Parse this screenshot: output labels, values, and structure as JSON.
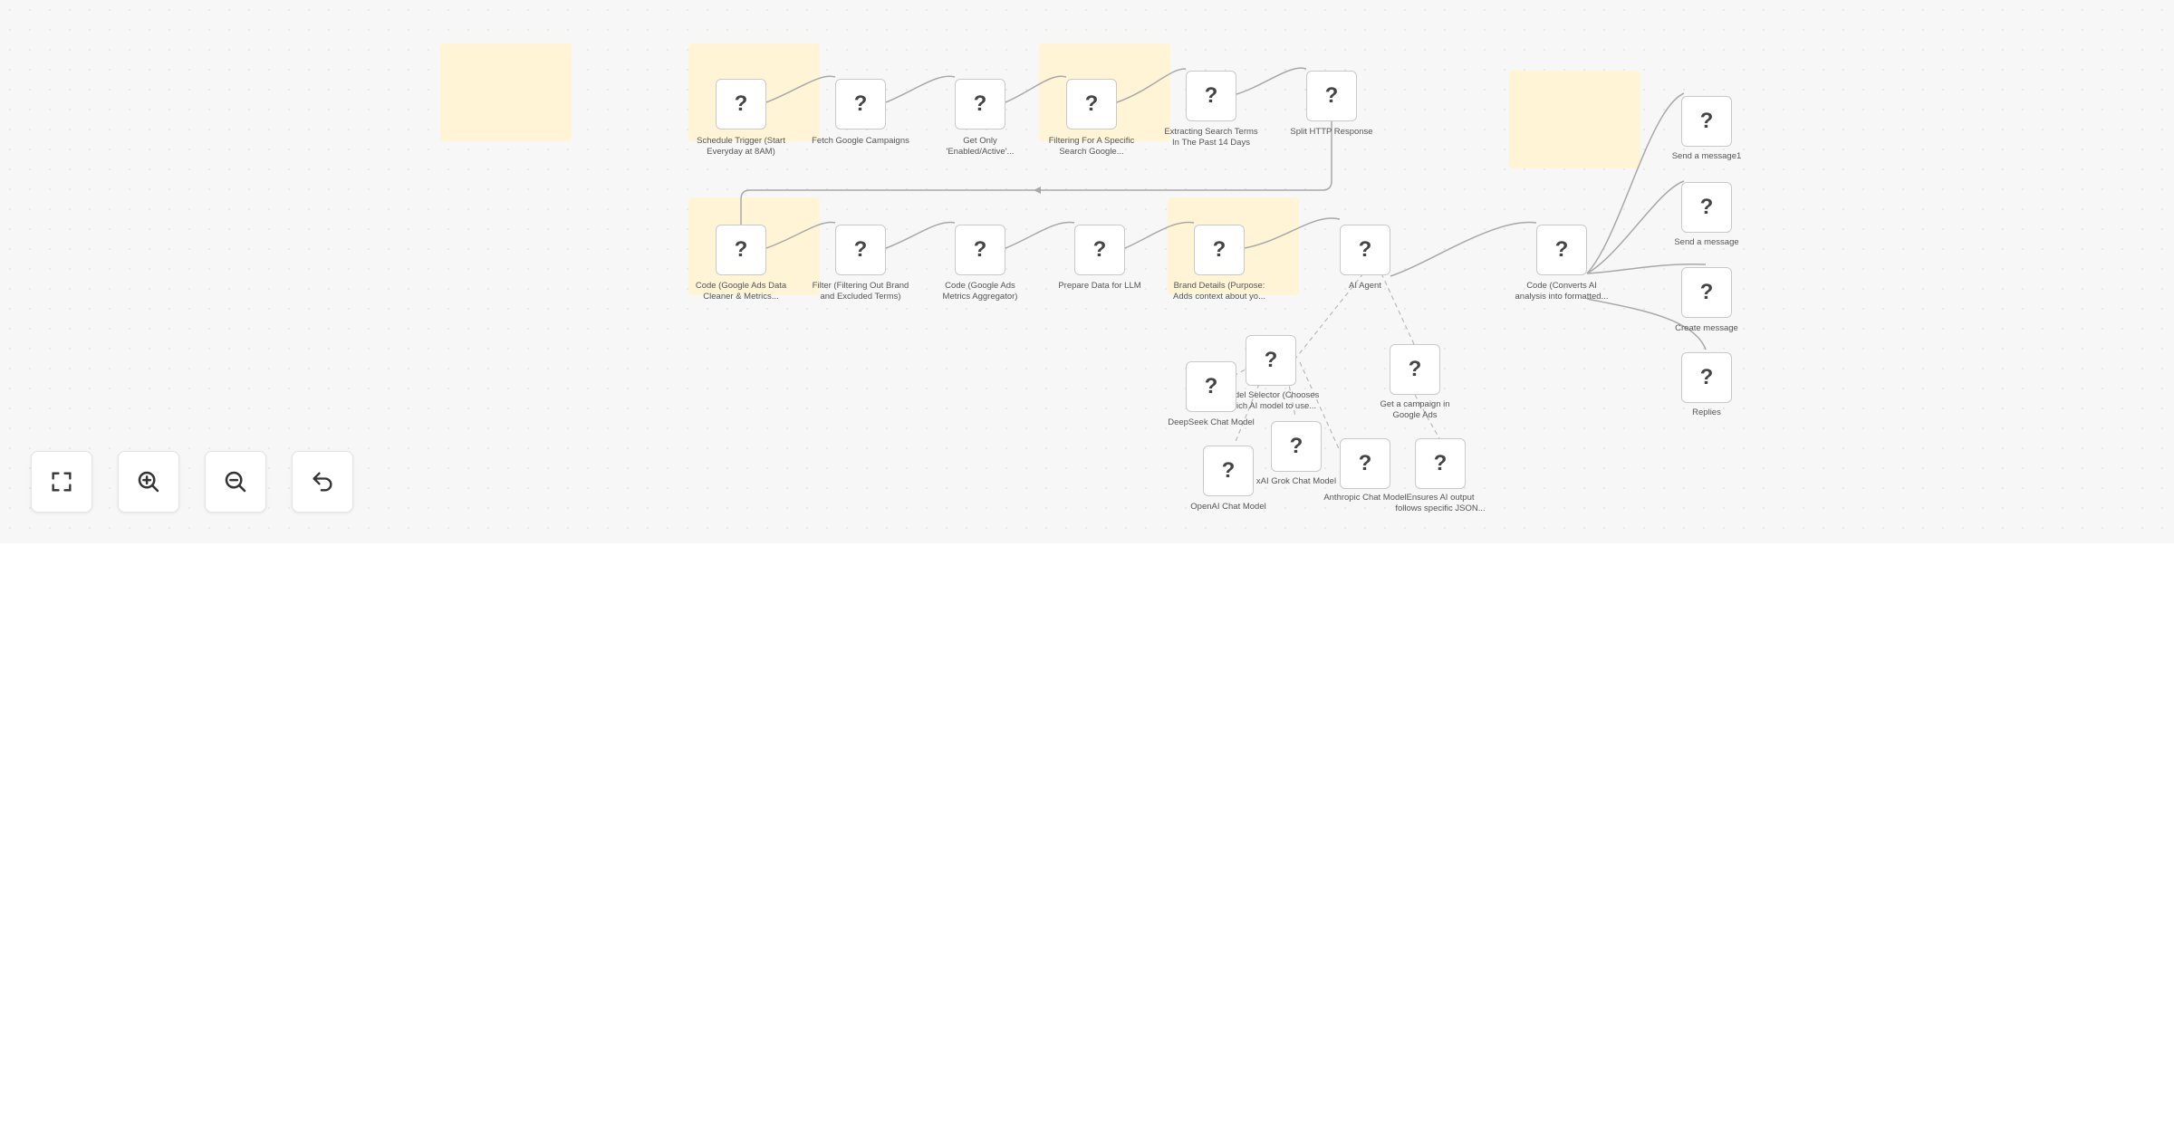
{
  "canvas": {
    "nodes": [
      {
        "id": "n1",
        "glyph": "?",
        "label_lines": [
          "Schedule Trigger (Start",
          "Everyday at 8AM)"
        ]
      },
      {
        "id": "n2",
        "glyph": "?",
        "label_lines": [
          "Fetch Google Campaigns"
        ]
      },
      {
        "id": "n3",
        "glyph": "?",
        "label_lines": [
          "Get Only",
          "'Enabled/Active'..."
        ]
      },
      {
        "id": "n4",
        "glyph": "?",
        "label_lines": [
          "Filtering For A Specific",
          "Search Google..."
        ]
      },
      {
        "id": "n5",
        "glyph": "?",
        "label_lines": [
          "Extracting Search Terms",
          "In The Past 14 Days"
        ]
      },
      {
        "id": "n6",
        "glyph": "?",
        "label_lines": [
          "Split HTTP Response"
        ]
      },
      {
        "id": "n7",
        "glyph": "?",
        "label_lines": [
          "Send a message1"
        ]
      },
      {
        "id": "n8",
        "glyph": "?",
        "label_lines": [
          "Code (Google Ads Data",
          "Cleaner & Metrics..."
        ]
      },
      {
        "id": "n9",
        "glyph": "?",
        "label_lines": [
          "Filter (Filtering Out Brand",
          "and Excluded Terms)"
        ]
      },
      {
        "id": "n10",
        "glyph": "?",
        "label_lines": [
          "Code (Google Ads",
          "Metrics Aggregator)"
        ]
      },
      {
        "id": "n11",
        "glyph": "?",
        "label_lines": [
          "Prepare Data for LLM"
        ]
      },
      {
        "id": "n12",
        "glyph": "?",
        "label_lines": [
          "Brand Details (Purpose:",
          "Adds context about yo..."
        ]
      },
      {
        "id": "n13",
        "glyph": "?",
        "label_lines": [
          "AI Agent"
        ]
      },
      {
        "id": "n14",
        "glyph": "?",
        "label_lines": [
          "Code (Converts AI",
          "analysis into formatted..."
        ]
      },
      {
        "id": "n15",
        "glyph": "?",
        "label_lines": [
          "Send a message"
        ]
      },
      {
        "id": "n16",
        "glyph": "?",
        "label_lines": [
          "Create message"
        ]
      },
      {
        "id": "n17",
        "glyph": "?",
        "label_lines": [
          "Replies"
        ]
      },
      {
        "id": "n18",
        "glyph": "?",
        "label_lines": [
          "Model Selector (Chooses",
          "which AI model to use..."
        ]
      },
      {
        "id": "n19",
        "glyph": "?",
        "label_lines": [
          "DeepSeek Chat Model"
        ]
      },
      {
        "id": "n20",
        "glyph": "?",
        "label_lines": [
          "Get a campaign in",
          "Google Ads"
        ]
      },
      {
        "id": "n21",
        "glyph": "?",
        "label_lines": [
          "xAI Grok Chat Model"
        ]
      },
      {
        "id": "n22",
        "glyph": "?",
        "label_lines": [
          "OpenAI Chat Model"
        ]
      },
      {
        "id": "n23",
        "glyph": "?",
        "label_lines": [
          "Anthropic Chat Model"
        ]
      },
      {
        "id": "n24",
        "glyph": "?",
        "label_lines": [
          "Ensures AI output",
          "follows specific JSON..."
        ]
      }
    ]
  },
  "controls": [
    {
      "id": "fit",
      "icon": "fit-view-icon"
    },
    {
      "id": "zoom_in",
      "icon": "zoom-in-icon"
    },
    {
      "id": "zoom_out",
      "icon": "zoom-out-icon"
    },
    {
      "id": "reset",
      "icon": "reset-zoom-icon"
    }
  ],
  "colors": {
    "canvas_bg": "#f7f7f7",
    "sticky_note": "#fff5d6",
    "node_border": "#c9c9c9",
    "edge": "#a8a8a8"
  }
}
